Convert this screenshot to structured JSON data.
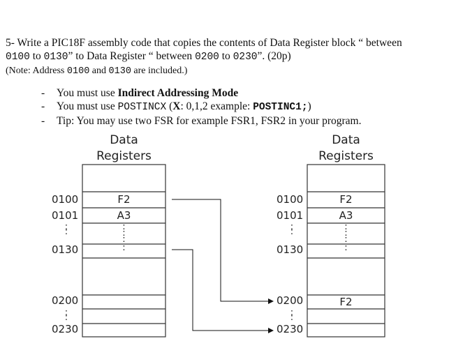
{
  "question": {
    "line1_a": "5- Write a PIC18F assembly code that copies the contents of Data Register block “ between",
    "line2_a": "0100",
    "line2_b": " to ",
    "line2_c": "0130",
    "line2_d": "”  to  Data Register  “ between ",
    "line2_e": "0200",
    "line2_f": " to ",
    "line2_g": "0230",
    "line2_h": "”. (20p)",
    "note_a": "(Note: Address ",
    "note_b": "0100",
    "note_c": " and ",
    "note_d": "0130",
    "note_e": " are included.)"
  },
  "bullets": {
    "b1_a": "You must use ",
    "b1_b": "Indirect Addressing Mode",
    "b2_a": "You must use  ",
    "b2_b": "POSTINCX",
    "b2_c": " (",
    "b2_d": "X",
    "b2_e": ": 0,1,2 example: ",
    "b2_f": "POSTINC1;",
    "b2_g": ")",
    "b3": "Tip: You may use two FSR for example FSR1, FSR2 in your program.",
    "dash": "-"
  },
  "diagram": {
    "left_header_1": "Data",
    "left_header_2": "Registers",
    "right_header_1": "Data",
    "right_header_2": "Registers",
    "left_addr_0100": "0100",
    "left_addr_0101": "0101",
    "left_addr_0130": "0130",
    "left_addr_0200": "0200",
    "left_addr_0230": "0230",
    "right_addr_0100": "0100",
    "right_addr_0101": "0101",
    "right_addr_0130": "0130",
    "right_addr_0200": "0200",
    "right_addr_0230": "0230",
    "left_val_0100": "F2",
    "left_val_0101": "A3",
    "right_val_0100": "F2",
    "right_val_0101": "A3",
    "right_val_0200": "F2",
    "vdots": ":",
    "cell_dots": "⋮"
  }
}
